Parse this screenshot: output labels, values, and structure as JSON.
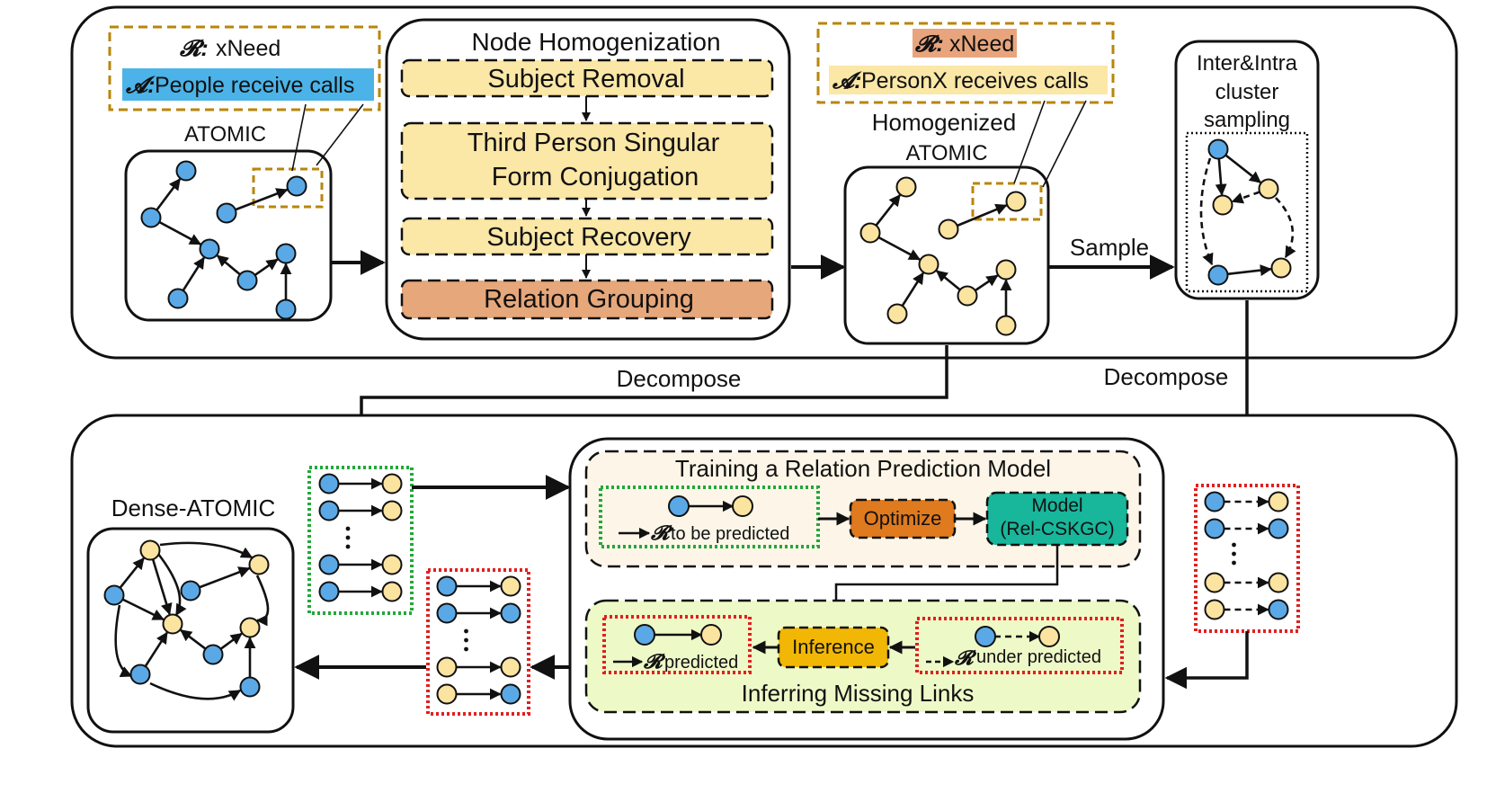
{
  "colors": {
    "blue_node": "#5aa9e6",
    "yellow_node": "#fbe3a0",
    "cream_box": "#fbe7a6",
    "salmon_box": "#e6a77a",
    "cyan_highlight": "#4bb3e8",
    "salmon_highlight": "#e8a57d",
    "olive_dash": "#b8860b",
    "green_dash": "#22a83a",
    "red_dash": "#e02020",
    "training_bg": "#fdf6e8",
    "inferring_bg": "#eef9c8",
    "optimize_fill": "#e07a1f",
    "model_fill": "#18b69b",
    "inference_fill": "#f2b705"
  },
  "top": {
    "atomic_label": "ATOMIC",
    "callout_left_r": "xNeed",
    "callout_left_a": "People receive calls",
    "callout_symbol_r": "𝓡:",
    "callout_symbol_a": "𝓐:",
    "node_homogenization_title": "Node Homogenization",
    "steps": [
      "Subject Removal",
      "Third Person Singular",
      "Form Conjugation",
      "Subject Recovery",
      "Relation Grouping"
    ],
    "callout_right_r": "xNeed",
    "callout_right_a": "PersonX receives calls",
    "homogenized_label_1": "Homogenized",
    "homogenized_label_2": "ATOMIC",
    "sample_label": "Sample",
    "sampling_label_1": "Inter&Intra",
    "sampling_label_2": "cluster",
    "sampling_label_3": "sampling"
  },
  "middle": {
    "decompose_left": "Decompose",
    "decompose_right": "Decompose"
  },
  "bottom": {
    "dense_label": "Dense-ATOMIC",
    "training_title": "Training a Relation Prediction Model",
    "to_be_predicted": "to be predicted",
    "optimize": "Optimize",
    "model_line1": "Model",
    "model_line2": "(Rel-CSKGC)",
    "inference": "Inference",
    "predicted": "predicted",
    "under_predicted": "under predicted",
    "inferring_title": "Inferring Missing Links",
    "r_symbol": "𝓡"
  }
}
